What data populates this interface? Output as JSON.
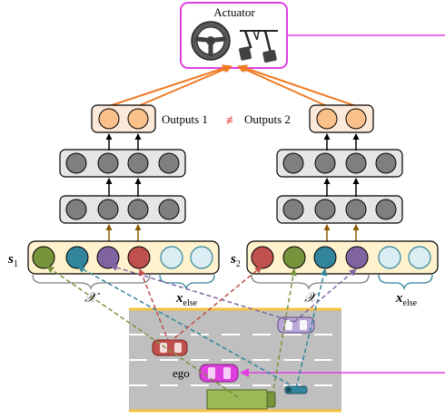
{
  "actuator": {
    "label": "Actuator",
    "icons": [
      "steering-wheel-icon",
      "pedals-icon"
    ]
  },
  "outputs": {
    "left_label": "Outputs 1",
    "neq_symbol": "≢",
    "right_label": "Outputs 2"
  },
  "inputs": {
    "s1": {
      "label": "s",
      "sub": "1"
    },
    "s2": {
      "label": "s",
      "sub": "2"
    },
    "chi_label": "𝒳",
    "xelse": {
      "label": "x",
      "sub": "else"
    }
  },
  "road": {
    "ego_label": "ego"
  },
  "colors": {
    "green": "#77933C",
    "teal": "#31859C",
    "purple": "#8064A2",
    "red": "#C0504D",
    "light_blue": "#DAEEF3",
    "orange_node": "#F9C089",
    "dark_node": "#7F7F7F",
    "magenta": "#E03FE0",
    "orange_arrow": "#F07A22",
    "road_gray": "#BFBFBF",
    "road_border": "#F5C242"
  }
}
